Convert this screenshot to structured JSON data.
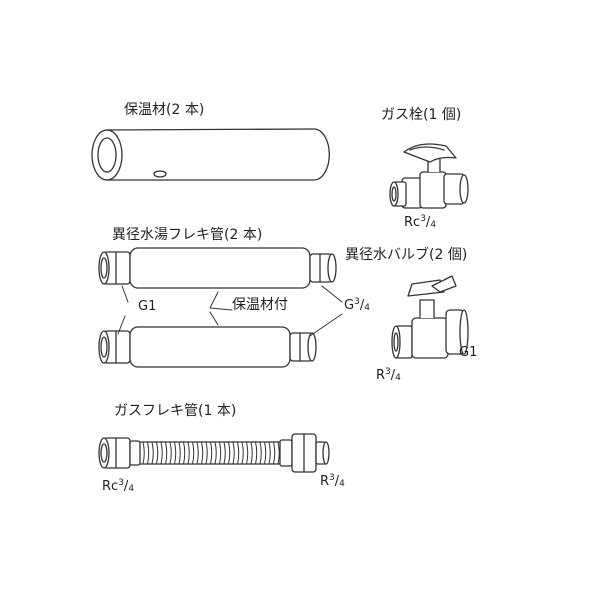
{
  "labels": {
    "insulation": "保温材(2 本)",
    "gas_valve": "ガス栓(1 個)",
    "reducer_hose": "異径水湯フレキ管(2 本)",
    "reducer_valve": "異径水バルブ(2 個)",
    "gas_hose": "ガスフレキ管(1 本)",
    "with_insulation": "保温材付"
  },
  "threads": {
    "gas_valve": {
      "prefix": "Rc",
      "num": "3",
      "den": "4"
    },
    "hose_left": "G1",
    "hose_right": {
      "prefix": "G",
      "num": "3",
      "den": "4"
    },
    "valve_g": "G1",
    "valve_r": {
      "prefix": "R",
      "num": "3",
      "den": "4"
    },
    "gas_hose_left": {
      "prefix": "Rc",
      "num": "3",
      "den": "4"
    },
    "gas_hose_right": {
      "prefix": "R",
      "num": "3",
      "den": "4"
    }
  }
}
